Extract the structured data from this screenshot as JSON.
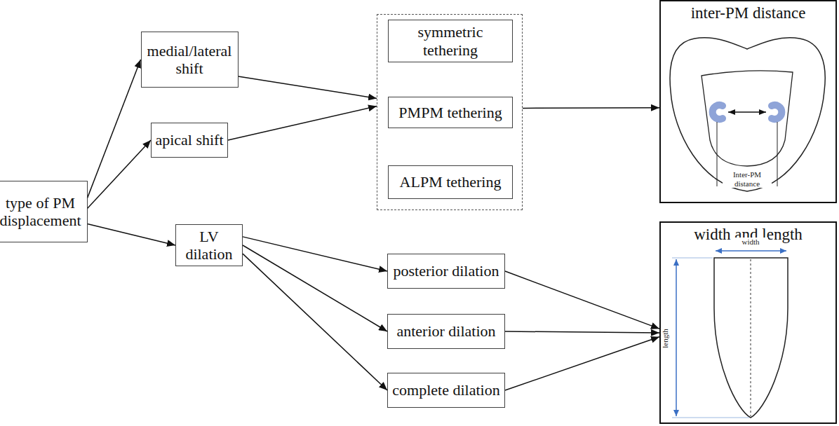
{
  "diagram": {
    "nodes": [
      {
        "text": [
          "type of PM displacement"
        ]
      },
      {
        "text": [
          "medial/lateral shift"
        ]
      },
      {
        "text": [
          "apical shift"
        ]
      },
      {
        "text": []
      },
      {
        "text": [
          "symmetric tethering"
        ],
        "in": 3
      },
      {
        "text": [
          "PMPM tethering"
        ],
        "in": 3
      },
      {
        "text": [
          "ALPM tethering"
        ],
        "in": 3
      },
      {
        "text": [
          "inter-PM distance"
        ]
      },
      {
        "text": [
          "LV dilation"
        ]
      },
      {
        "text": [
          "posterior dilation"
        ]
      },
      {
        "text": [
          "anterior dilation"
        ]
      },
      {
        "text": [
          "complete dilation"
        ]
      },
      {
        "text": [
          "width and length"
        ]
      }
    ],
    "edges": [
      {
        "from": 0,
        "to": 1,
        "arrow": "to"
      },
      {
        "from": 0,
        "to": 2,
        "arrow": "to"
      },
      {
        "from": 0,
        "to": 8,
        "arrow": "to"
      },
      {
        "from": 1,
        "to": 3,
        "arrow": "to"
      },
      {
        "from": 2,
        "to": 3,
        "arrow": "to"
      },
      {
        "from": 3,
        "to": 7,
        "arrow": "to"
      },
      {
        "from": 8,
        "to": 9,
        "arrow": "to"
      },
      {
        "from": 8,
        "to": 10,
        "arrow": "to"
      },
      {
        "from": 8,
        "to": 11,
        "arrow": "to"
      },
      {
        "from": 9,
        "to": 12,
        "arrow": "to"
      },
      {
        "from": 10,
        "to": 12,
        "arrow": "to"
      },
      {
        "from": 11,
        "to": 12,
        "arrow": "to"
      }
    ],
    "labels": [
      "Inter-PM distance",
      "width",
      "length"
    ]
  }
}
